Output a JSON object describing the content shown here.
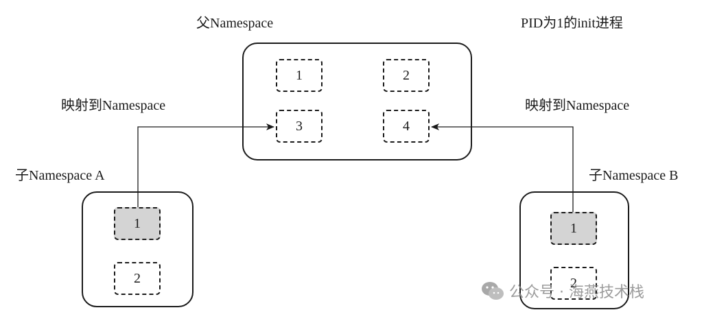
{
  "labels": {
    "parent_ns": "父Namespace",
    "init_note": "PID为1的init进程",
    "map_left": "映射到Namespace",
    "map_right": "映射到Namespace",
    "child_a": "子Namespace A",
    "child_b": "子Namespace B"
  },
  "parent": {
    "pids": [
      "1",
      "2",
      "3",
      "4"
    ]
  },
  "child_a": {
    "pids": [
      "1",
      "2"
    ]
  },
  "child_b": {
    "pids": [
      "1",
      "2"
    ]
  },
  "watermark": {
    "icon": "wechat-icon",
    "text": "公众号 · 海燕技术栈"
  },
  "colors": {
    "init_fill": "#d4d4d4",
    "stroke": "#1a1a1a"
  }
}
